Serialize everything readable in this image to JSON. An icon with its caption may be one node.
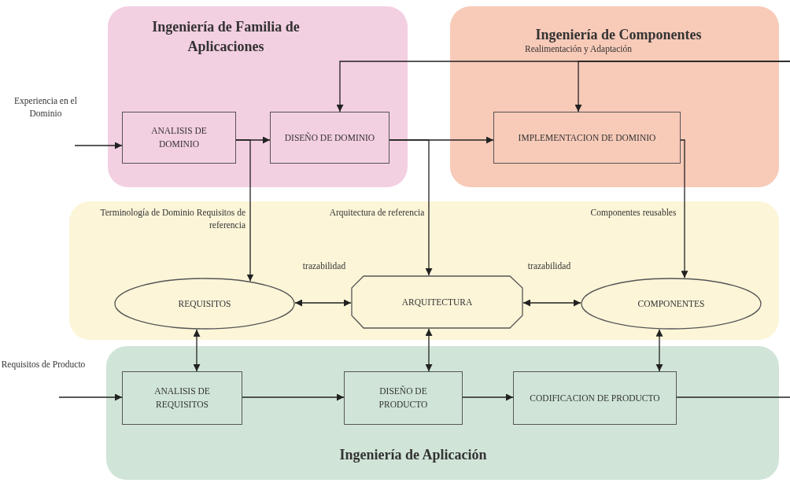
{
  "diagram": {
    "nodes": [
      {
        "text": [
          "Ingeniería de Familia de Aplicaciones"
        ]
      },
      {
        "text": [
          "Ingeniería de Componentes"
        ]
      },
      {
        "text": [],
        "shape": "box"
      },
      {
        "text": [
          "Ingeniería de Aplicación"
        ]
      },
      {
        "text": [
          "ANALISIS DE DOMINIO"
        ],
        "in": 0
      },
      {
        "text": [
          "DISEÑO DE DOMINIO"
        ],
        "in": 0
      },
      {
        "text": [
          "IMPLEMENTACION DE DOMINIO"
        ],
        "in": 1
      },
      {
        "text": [
          "REQUISITOS"
        ],
        "in": 2
      },
      {
        "text": [
          "ARQUITECTURA"
        ],
        "in": 2
      },
      {
        "text": [
          "COMPONENTES"
        ],
        "in": 2
      },
      {
        "text": [
          "ANALISIS DE REQUISITOS"
        ],
        "in": 3
      },
      {
        "text": [
          "DISEÑO DE PRODUCTO"
        ],
        "in": 3
      },
      {
        "text": [
          "CODIFICACION DE PRODUCTO"
        ],
        "in": 3
      }
    ],
    "edges": [
      {
        "from": null,
        "to": 4,
        "arrow": "to",
        "label": "Experiencia en el Dominio"
      },
      {
        "from": 4,
        "to": 5,
        "arrow": "to"
      },
      {
        "from": 4,
        "to": 7,
        "arrow": "to",
        "label": "Terminología de Dominio Requisitos de referencia"
      },
      {
        "from": 5,
        "to": 6,
        "arrow": "to"
      },
      {
        "from": 5,
        "to": 8,
        "arrow": "to",
        "label": "Arquitectura de referencia"
      },
      {
        "from": 6,
        "to": 9,
        "arrow": "to",
        "label": "Componentes reusables"
      },
      {
        "from": null,
        "to": 6,
        "arrow": "to",
        "label": "Realimentación y Adaptación"
      },
      {
        "from": null,
        "to": 5,
        "arrow": "to"
      },
      {
        "from": 7,
        "to": 8,
        "arrow": "both",
        "label": "trazabilidad"
      },
      {
        "from": 8,
        "to": 9,
        "arrow": "both",
        "label": "trazabilidad"
      },
      {
        "from": 7,
        "to": 10,
        "arrow": "both"
      },
      {
        "from": 8,
        "to": 11,
        "arrow": "both"
      },
      {
        "from": 9,
        "to": 12,
        "arrow": "both"
      },
      {
        "from": null,
        "to": 10,
        "arrow": "to",
        "label": "Requisitos de Producto"
      },
      {
        "from": 10,
        "to": 11,
        "arrow": "to"
      },
      {
        "from": 11,
        "to": 12,
        "arrow": "to"
      },
      {
        "from": 12,
        "to": null,
        "arrow": "none"
      }
    ]
  }
}
